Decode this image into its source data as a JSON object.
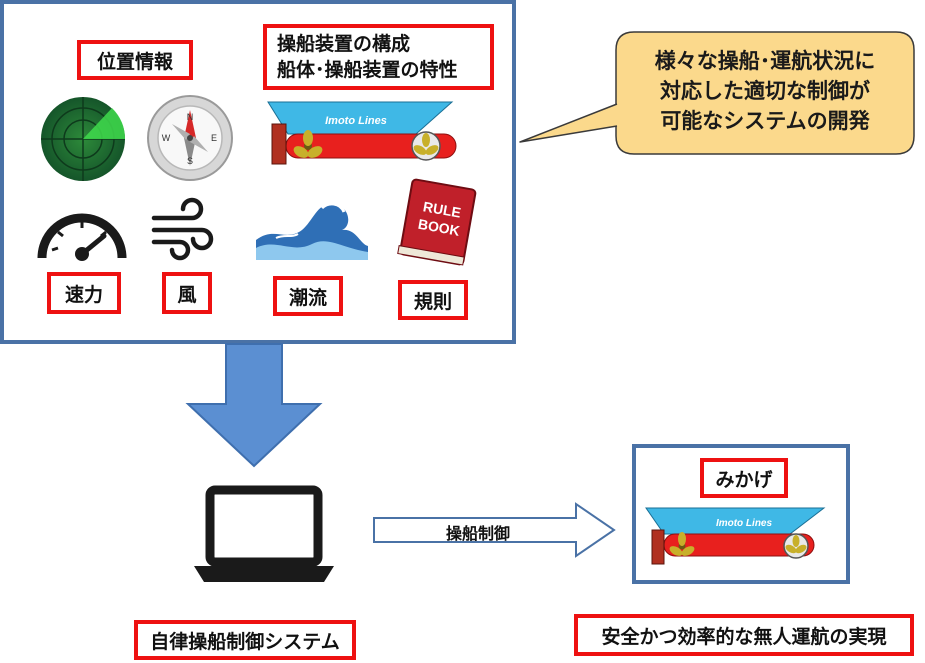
{
  "top_panel": {
    "labels": {
      "position_info": "位置情報",
      "ship_equipment_line1": "操船装置の構成",
      "ship_equipment_line2": "船体･操船装置の特性",
      "speed": "速力",
      "wind": "風",
      "tide": "潮流",
      "rules": "規則"
    },
    "ship_name": "Imoto Lines",
    "book": {
      "line1": "RULE",
      "line2": "BOOK"
    },
    "compass_letters": {
      "n": "N",
      "e": "E",
      "s": "S",
      "w": "W"
    }
  },
  "callout": {
    "line1": "様々な操船･運航状況に",
    "line2": "対応した適切な制御が",
    "line3": "可能なシステムの開発"
  },
  "flow": {
    "arrow_label": "操船制御",
    "system_label": "自律操船制御システム",
    "ship_label": "みかげ",
    "ship_name": "Imoto Lines",
    "goal_label": "安全かつ効率的な無人運航の実現"
  },
  "colors": {
    "panel_border": "#4a72a6",
    "label_border": "#ee1111",
    "callout_fill": "#fbd98c",
    "arrow_fill": "#5b8fd2",
    "hull_top": "#3fb8e6",
    "hull_bottom": "#e8201e",
    "propeller": "#c8b02a"
  }
}
